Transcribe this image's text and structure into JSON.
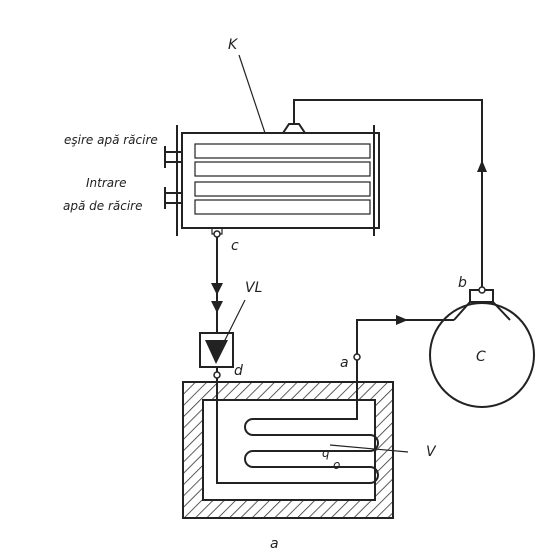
{
  "labels": {
    "K": "K",
    "cooling_water_out": "eşire apă răcire",
    "cooling_water_in_1": "Intrare",
    "cooling_water_in_2": "apă de răcire",
    "c": "c",
    "VL": "VL",
    "d": "d",
    "a": "a",
    "b": "b",
    "C": "C",
    "V": "V",
    "q": "q",
    "o": "o",
    "caption": "a"
  }
}
